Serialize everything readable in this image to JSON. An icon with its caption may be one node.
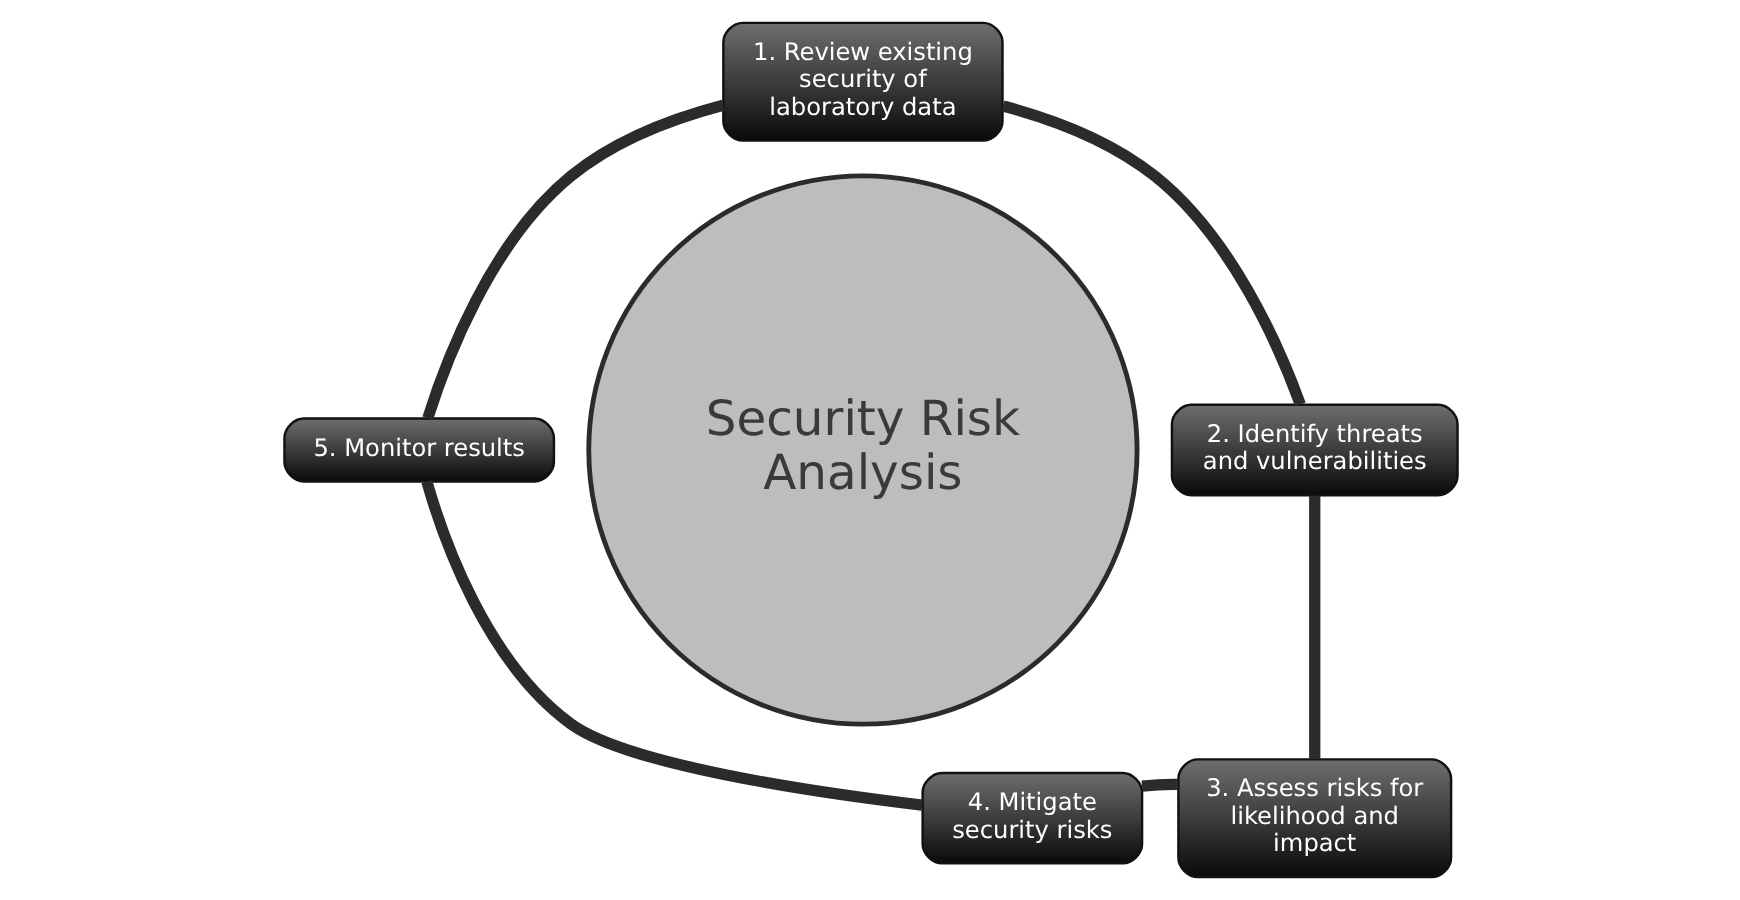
{
  "diagram": {
    "nodes": [
      {
        "text": [
          "Security Risk Analysis"
        ]
      },
      {
        "text": [
          "1. Review existing security of laboratory data"
        ]
      },
      {
        "text": [
          "2. Identify threats and vulnerabilities"
        ]
      },
      {
        "text": [
          "3. Assess risks for likelihood and impact"
        ]
      },
      {
        "text": [
          "4. Mitigate security risks"
        ]
      },
      {
        "text": [
          "5. Monitor results"
        ]
      }
    ],
    "edges": [
      {
        "from": 1,
        "to": 2,
        "arrow": "none"
      },
      {
        "from": 2,
        "to": 3,
        "arrow": "none"
      },
      {
        "from": 3,
        "to": 4,
        "arrow": "none"
      },
      {
        "from": 4,
        "to": 5,
        "arrow": "none"
      },
      {
        "from": 5,
        "to": 1,
        "arrow": "none"
      }
    ]
  }
}
